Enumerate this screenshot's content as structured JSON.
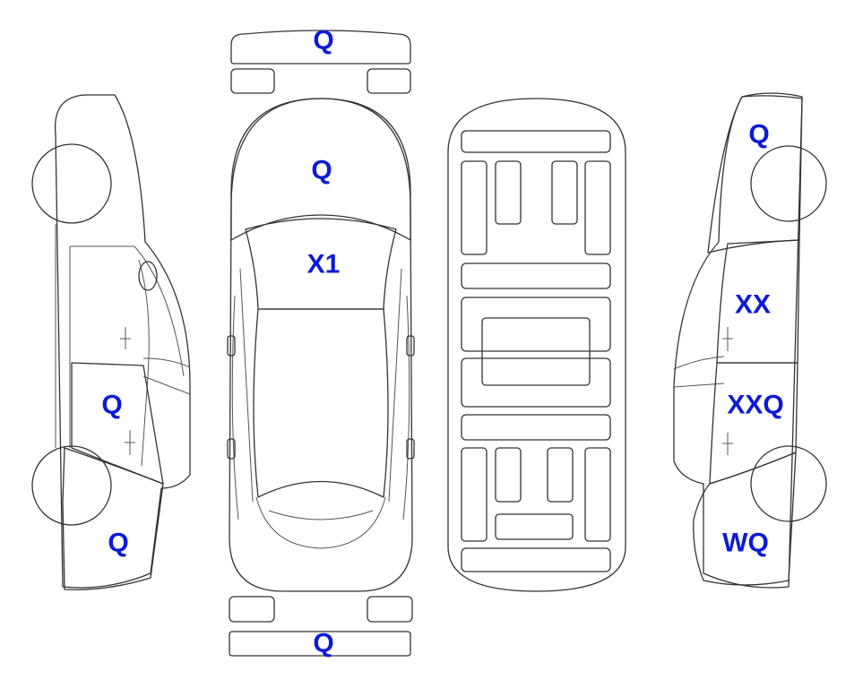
{
  "colors": {
    "damaged": "#f8a62f",
    "glass_damaged": "#e0f6fd",
    "label_text": "#0d1ad6",
    "outline": "#333333",
    "background": "#ffffff"
  },
  "labels": {
    "front_bumper": "Q",
    "hood": "Q",
    "windshield": "X1",
    "rear_bumper": "Q",
    "left_front_door": "Q",
    "left_rear_quarter": "Q",
    "right_front_fender": "Q",
    "right_front_window": "XX",
    "right_rear_window": "XXQ",
    "right_rear_quarter": "WQ"
  }
}
